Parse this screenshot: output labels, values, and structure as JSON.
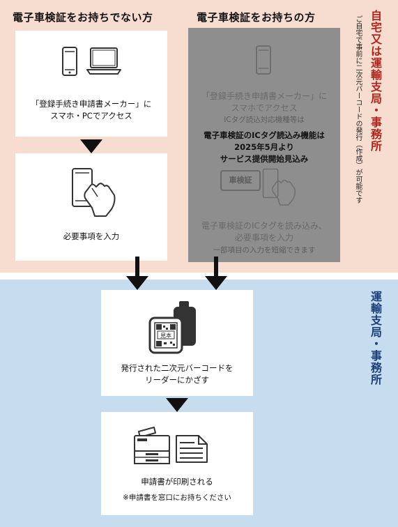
{
  "headers": {
    "left": "電子車検証をお持ちでない方",
    "right": "電子車検証をお持ちの方"
  },
  "side": {
    "home_title": "自宅又は運輸支局・事務所",
    "home_note": "ご自宅で事前に二次元バーコードの発行（作成）が可能です",
    "office_title": "運輸支局・事務所"
  },
  "left_flow": {
    "step1_line1": "「登録手続き申請書メーカー」に",
    "step1_line2": "スマホ・PCでアクセス",
    "step2": "必要事項を入力"
  },
  "right_flow": {
    "ghost_line1": "「登録手続き申請書メーカー」に",
    "ghost_line2": "スマホでアクセス",
    "ghost_line3": "ICタグ読込対応機種等は",
    "ghost_badge": "車検証",
    "ghost_line4": "電子車検証のICタグを読み込み、",
    "ghost_line5": "必要事項を入力",
    "ghost_line6": "一部項目の入力を短縮できます",
    "notice_line1": "電子車検証のICタグ読込み機能は",
    "notice_line2": "2025年5月より",
    "notice_line3": "サービス提供開始見込み"
  },
  "office_flow": {
    "step3_line1": "発行された二次元バーコードを",
    "step3_line2": "リーダーにかざす",
    "qr_label": "見本",
    "step4": "申請書が印刷される",
    "step4_note": "※申請書を窓口にお持ちください"
  },
  "icons": [
    "smartphone-icon",
    "laptop-icon",
    "hand-phone-icon",
    "qr-reader-icon",
    "printer-icon",
    "document-icon"
  ]
}
